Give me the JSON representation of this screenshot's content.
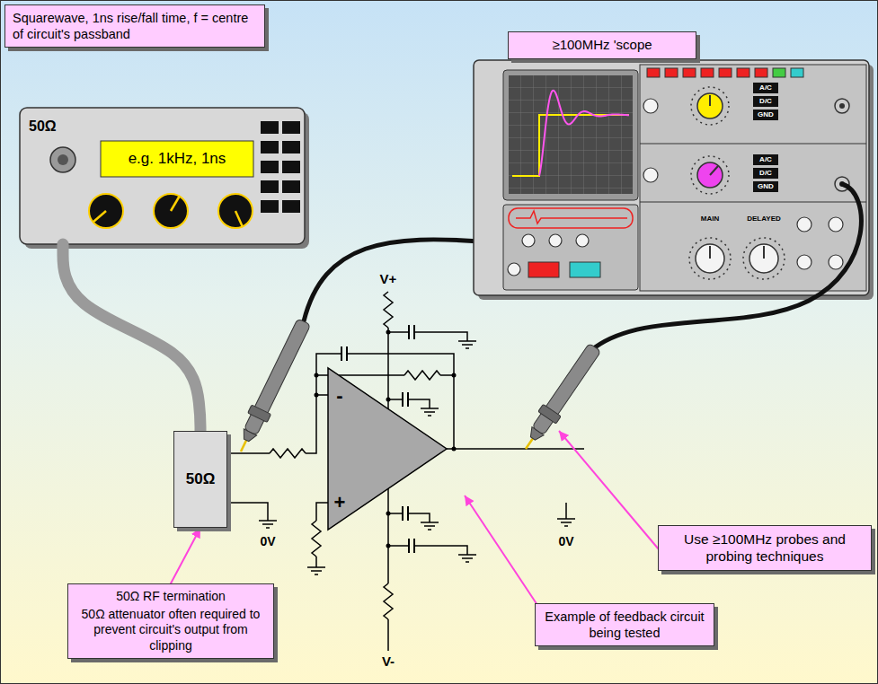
{
  "diagram": {
    "nodes": [
      {
        "text": [
          "Squarewave, 1ns rise/fall time, f = centre of circuit's passband"
        ]
      },
      {
        "text": [
          "≥100MHz 'scope"
        ]
      },
      {
        "text": [
          "50Ω",
          "e.g. 1kHz, 1ns"
        ]
      },
      {
        "text": [
          "A/C",
          "D/C",
          "GND",
          "A/C",
          "D/C",
          "GND",
          "MAIN",
          "DELAYED"
        ]
      },
      {
        "text": [
          "50Ω"
        ]
      },
      {
        "text": [
          "Use ≥100MHz probes and probing techniques"
        ]
      },
      {
        "text": [
          "Example of feedback circuit being tested"
        ]
      },
      {
        "text": [
          "50Ω RF termination",
          "50Ω attenuator often required to prevent circuit's output from clipping"
        ]
      }
    ],
    "edges": [
      {
        "from": 7,
        "to": 4,
        "arrow": "to"
      },
      {
        "from": 2,
        "to": 4,
        "arrow": "none"
      }
    ],
    "labels": [
      "V+",
      "-",
      "+",
      "V-",
      "0V",
      "0V"
    ]
  }
}
